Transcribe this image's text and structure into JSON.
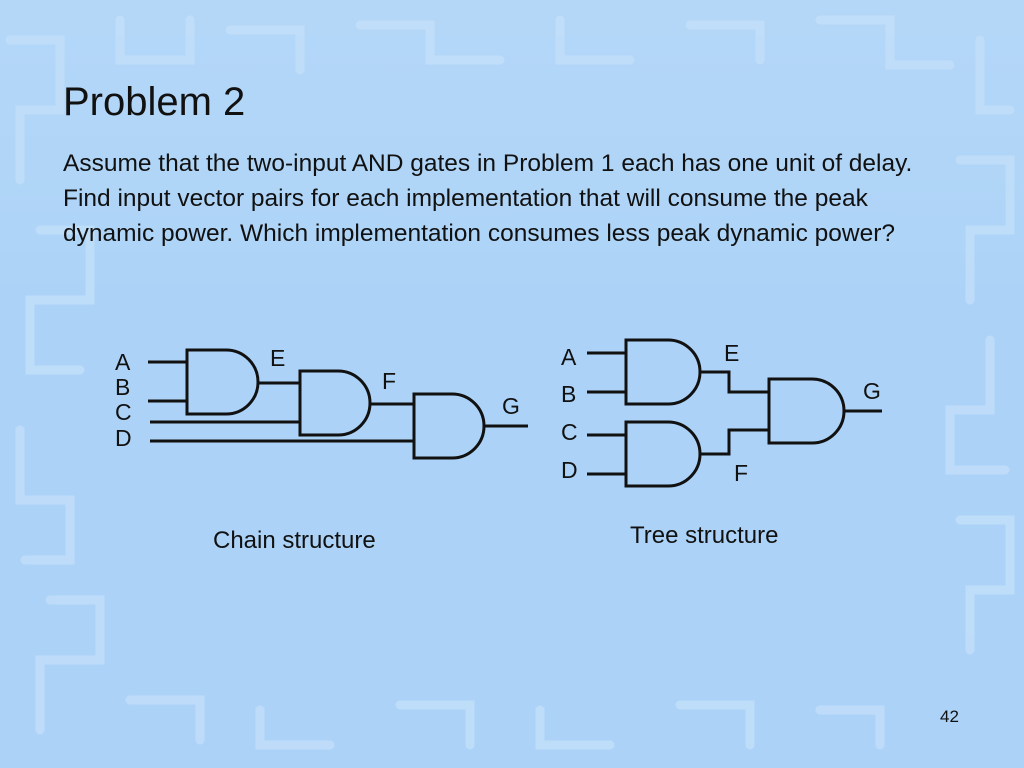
{
  "slide": {
    "title": "Problem 2",
    "body": "Assume that the two-input AND gates in Problem 1 each has one unit of delay. Find input vector pairs for each implementation that will consume the peak dynamic power. Which implementation consumes less peak dynamic power?",
    "page_number": "42"
  },
  "chain": {
    "caption": "Chain structure",
    "inputs": [
      "A",
      "B",
      "C",
      "D"
    ],
    "outputs": [
      "E",
      "F",
      "G"
    ]
  },
  "tree": {
    "caption": "Tree structure",
    "inputs": [
      "A",
      "B",
      "C",
      "D"
    ],
    "outputs": [
      "E",
      "F",
      "G"
    ]
  },
  "colors": {
    "background": "#acd3f7",
    "pattern": "#c2def8",
    "ink": "#111111"
  }
}
